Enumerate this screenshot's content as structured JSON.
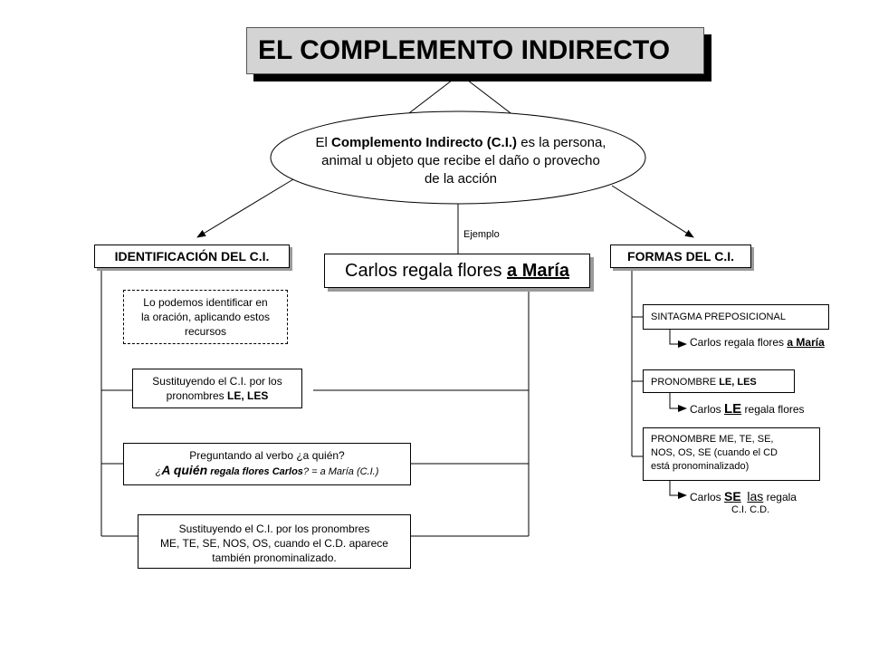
{
  "title": "EL COMPLEMENTO INDIRECTO",
  "definition": {
    "line1_pre": "El ",
    "line1_bold": "Complemento Indirecto (C.I.)",
    "line1_post": " es la persona,",
    "line2": "animal u objeto que recibe el daño o provecho",
    "line3": "de la acción"
  },
  "example_label": "Ejemplo",
  "example": {
    "text": "Carlos regala flores ",
    "highlight": "a María"
  },
  "identificacion": {
    "header": "IDENTIFICACIÓN DEL C.I.",
    "intro": {
      "line1": "Lo podemos identificar en",
      "line2": "la oración, aplicando estos",
      "line3": "recursos"
    },
    "resource1": {
      "line1": "Sustituyendo el C.I.  por los",
      "line2_pre": "pronombres ",
      "line2_bold": "LE, LES"
    },
    "resource2": {
      "line1": "Preguntando al verbo ¿a quién?",
      "line2_q": "¿",
      "line2_bold": "A quién",
      "line2_mid": " regala flores Carlos",
      "line2_post": "? = a María (C.I.)"
    },
    "resource3": {
      "line1": "Sustituyendo el C.I. por los pronombres",
      "line2": "ME, TE, SE, NOS, OS, cuando el C.D. aparece",
      "line3": "también pronominalizado."
    }
  },
  "formas": {
    "header": "FORMAS DEL C.I.",
    "form1": {
      "label": "SINTAGMA  PREPOSICIONAL",
      "example_pre": "Carlos regala  flores ",
      "example_hl": "a María"
    },
    "form2": {
      "label_pre": "PRONOMBRE  ",
      "label_bold": "LE, LES",
      "example_pre": "Carlos ",
      "example_hl": "LE",
      "example_post": " regala  flores"
    },
    "form3": {
      "line1": "PRONOMBRE   ME, TE, SE,",
      "line2": "NOS, OS, SE (cuando el CD",
      "line3": "está  pronominalizado)",
      "example_pre": "Carlos ",
      "example_se": "SE",
      "example_las": "las",
      "example_post": " regala",
      "sub": "C.I.   C.D."
    }
  }
}
